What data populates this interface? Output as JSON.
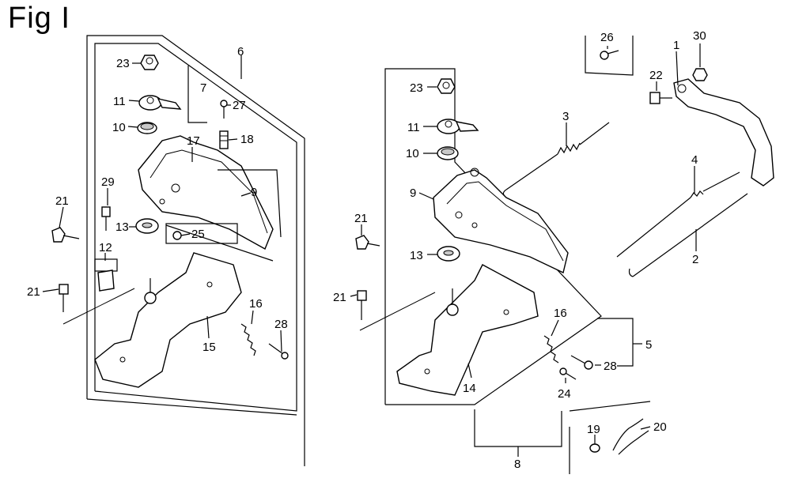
{
  "figure": {
    "title": "Fig I"
  },
  "callouts": {
    "left": {
      "n23": "23",
      "n11": "11",
      "n10": "10",
      "n7": "7",
      "n6": "6",
      "n27": "27",
      "n17": "17",
      "n18": "18",
      "n9": "9",
      "n29": "29",
      "n21a": "21",
      "n13": "13",
      "n25": "25",
      "n12": "12",
      "n21b": "21",
      "n16": "16",
      "n28": "28",
      "n15": "15"
    },
    "right": {
      "n23": "23",
      "n11": "11",
      "n10": "10",
      "n9": "9",
      "n21a": "21",
      "n13": "13",
      "n21b": "21",
      "n16": "16",
      "n14": "14",
      "n28": "28",
      "n5": "5",
      "n24": "24",
      "n8": "8",
      "n3": "3",
      "n4": "4",
      "n2": "2",
      "n26": "26",
      "n30": "30",
      "n1": "1",
      "n22": "22",
      "n19": "19",
      "n20": "20"
    }
  }
}
